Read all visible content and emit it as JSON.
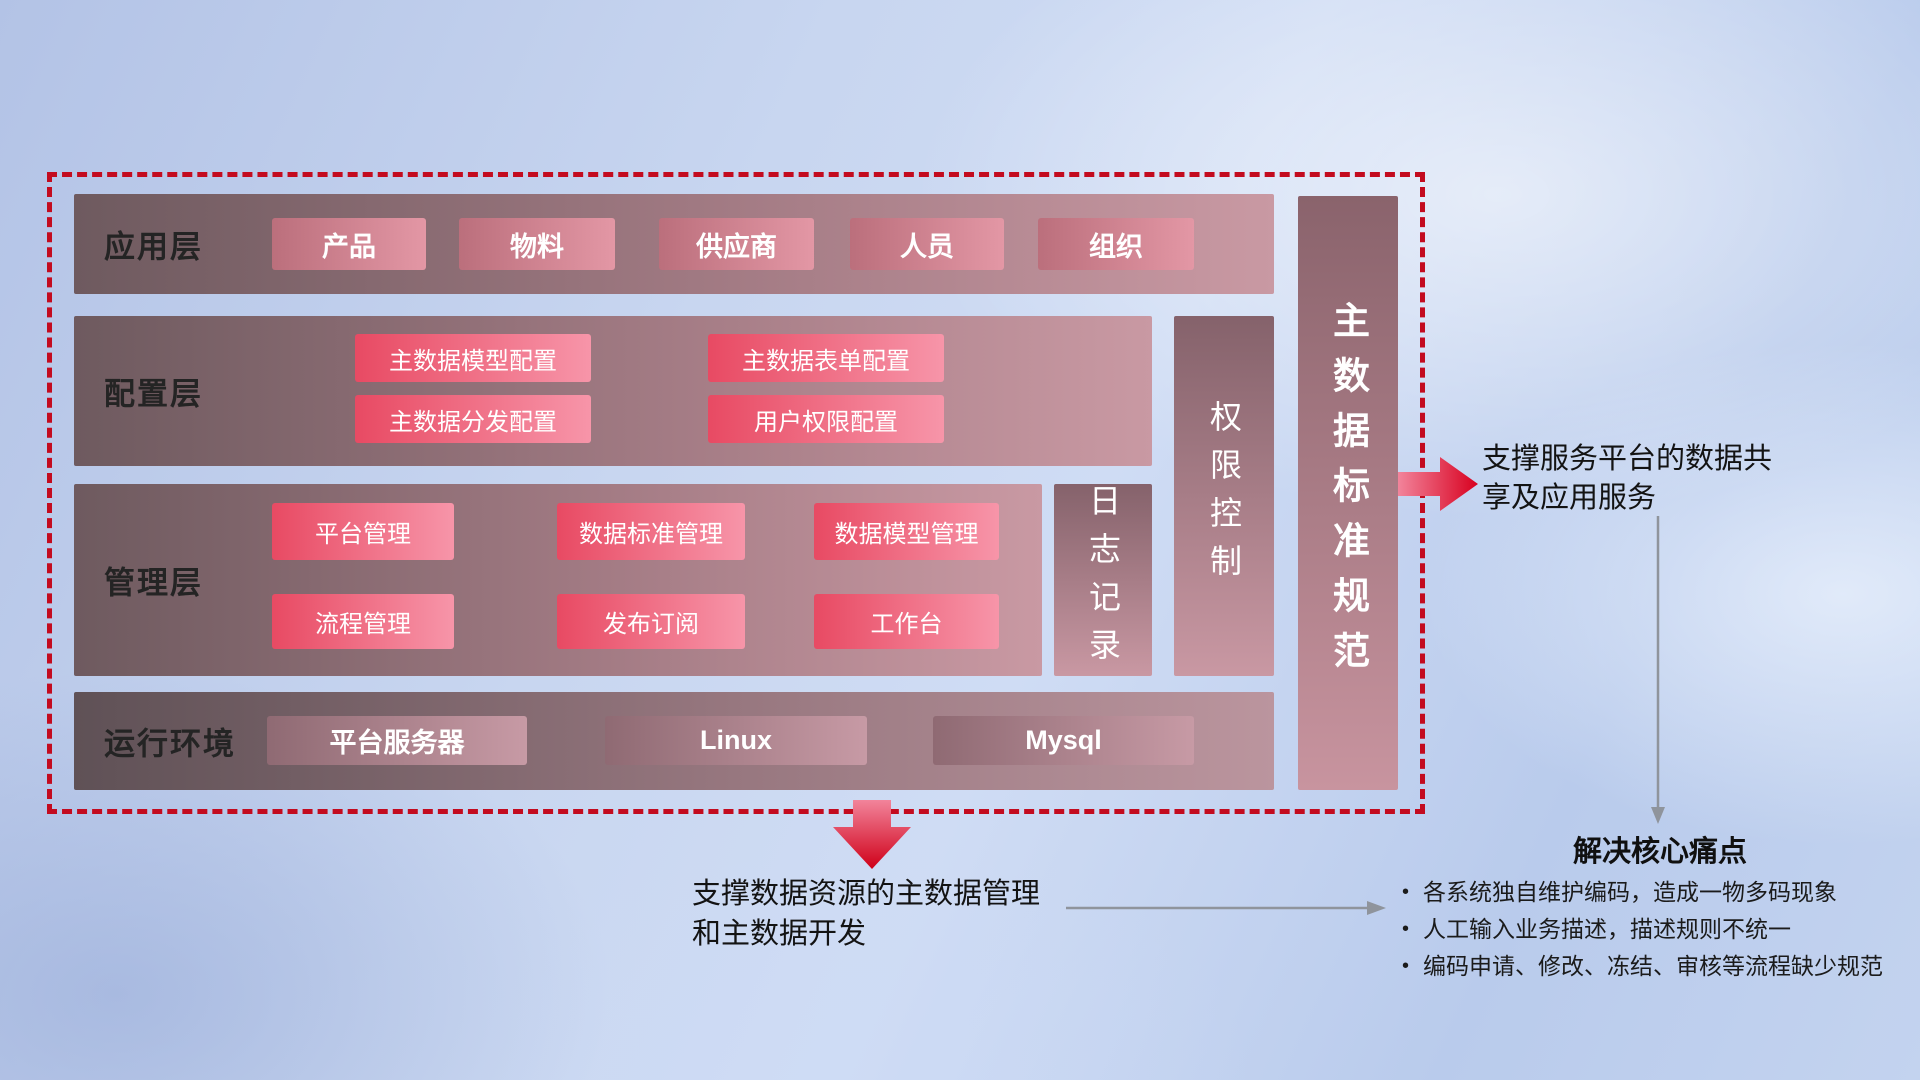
{
  "diagram": {
    "layers": {
      "app": {
        "label": "应用层",
        "items": [
          "产品",
          "物料",
          "供应商",
          "人员",
          "组织"
        ]
      },
      "config": {
        "label": "配置层",
        "items": [
          "主数据模型配置",
          "主数据表单配置",
          "主数据分发配置",
          "用户权限配置"
        ]
      },
      "manage": {
        "label": "管理层",
        "items": [
          "平台管理",
          "数据标准管理",
          "数据模型管理",
          "流程管理",
          "发布订阅",
          "工作台"
        ]
      },
      "runtime": {
        "label": "运行环境",
        "items": [
          "平台服务器",
          "Linux",
          "Mysql"
        ]
      }
    },
    "side_blocks": {
      "log": "日志记录",
      "permission": "权限控制",
      "standard": "主数据标准规范"
    },
    "annotations": {
      "right_text": "支撑服务平台的数据共享及应用服务",
      "bottom_text": "支撑数据资源的主数据管理和主数据开发",
      "pain_title": "解决核心痛点",
      "bullet_glyph": "•",
      "pain_points": [
        "各系统独自维护编码，造成一物多码现象",
        "人工输入业务描述，描述规则不统一",
        "编码申请、修改、冻结、审核等流程缺少规范"
      ]
    },
    "colors": {
      "accent_red": "#c30b1f",
      "chip_red_start": "#e84a63",
      "chip_red_end": "#f795a9",
      "panel_dark": "#6e5a5f",
      "panel_light": "#c999a3",
      "arrow_gray": "#8f949c"
    }
  }
}
